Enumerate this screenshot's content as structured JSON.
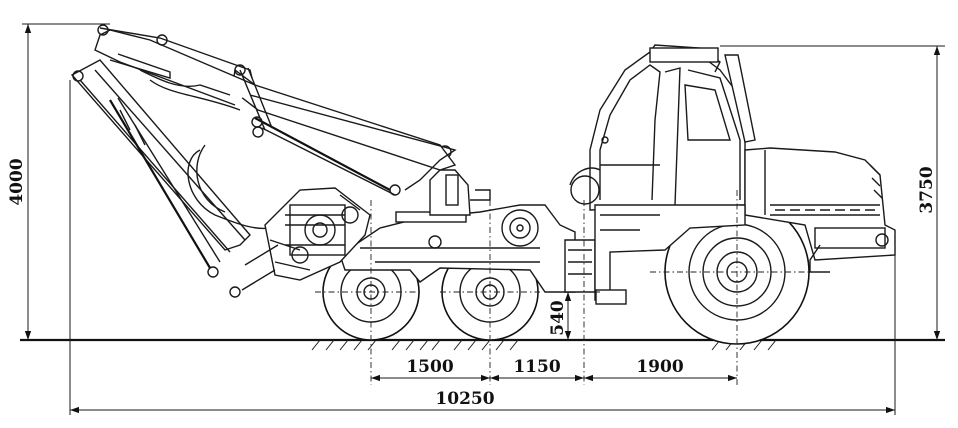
{
  "dimensions": {
    "overall_height": "4000",
    "cab_height": "3750",
    "ground_clearance": "540",
    "axle_spacing_front_bogie": "1500",
    "bogie_to_joint": "1150",
    "joint_to_rear_axle": "1900",
    "overall_length": "10250"
  },
  "colors": {
    "line": "#111111",
    "background": "#ffffff"
  }
}
